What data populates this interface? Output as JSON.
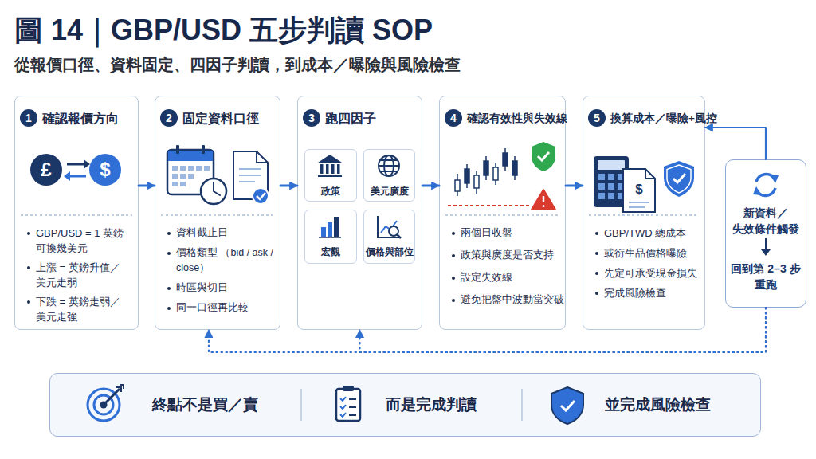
{
  "diagram": {
    "title": "圖 14｜GBP/USD 五步判讀 SOP",
    "nodes": [
      {
        "text": [
          "1",
          "確認報價方向",
          "GBP/USD = 1 英鎊 可換幾美元",
          "上漲 = 英鎊升值／ 美元走弱",
          "下跌 = 英鎊走弱／ 美元走強"
        ]
      },
      {
        "text": [
          "2",
          "固定資料口徑",
          "資料截止日",
          "價格類型 （bid / ask / close）",
          "時區與切日",
          "同一口徑再比較"
        ]
      },
      {
        "text": [
          "3",
          "跑四因子"
        ]
      },
      {
        "text": [
          "政策"
        ],
        "in": 2
      },
      {
        "text": [
          "美元廣度"
        ],
        "in": 2
      },
      {
        "text": [
          "宏觀"
        ],
        "in": 2
      },
      {
        "text": [
          "價格與部位"
        ],
        "in": 2
      },
      {
        "text": [
          "4",
          "確認有效性與失效線",
          "兩個日收盤",
          "政策與廣度是否支持",
          "設定失效線",
          "避免把盤中波動當突破"
        ]
      },
      {
        "text": [
          "5",
          "換算成本／曝險+風控",
          "GBP/TWD 總成本",
          "或衍生品價格曝險",
          "先定可承受現金損失",
          "完成風險檢查"
        ]
      },
      {
        "text": [
          "新資料／ 失效條件觸發",
          "回到第 2–3 步 重跑"
        ]
      },
      {
        "text": [
          "終點不是買／賣",
          "而是完成判讀",
          "並完成風險檢查"
        ]
      }
    ],
    "edges": [
      {
        "from": 0,
        "to": 1,
        "arrow": "to"
      },
      {
        "from": 1,
        "to": 2,
        "arrow": "to"
      },
      {
        "from": 2,
        "to": 7,
        "arrow": "to"
      },
      {
        "from": 7,
        "to": 8,
        "arrow": "to"
      },
      {
        "from": 9,
        "to": 8,
        "arrow": "to"
      },
      {
        "from": 9,
        "to": 1,
        "arrow": "to"
      },
      {
        "from": 9,
        "to": 2,
        "arrow": "to"
      }
    ],
    "labels": [
      "從報價口徑、資料固定、四因子判讀，到成本／曝險與風險檢查",
      "£",
      "$",
      "$"
    ]
  }
}
